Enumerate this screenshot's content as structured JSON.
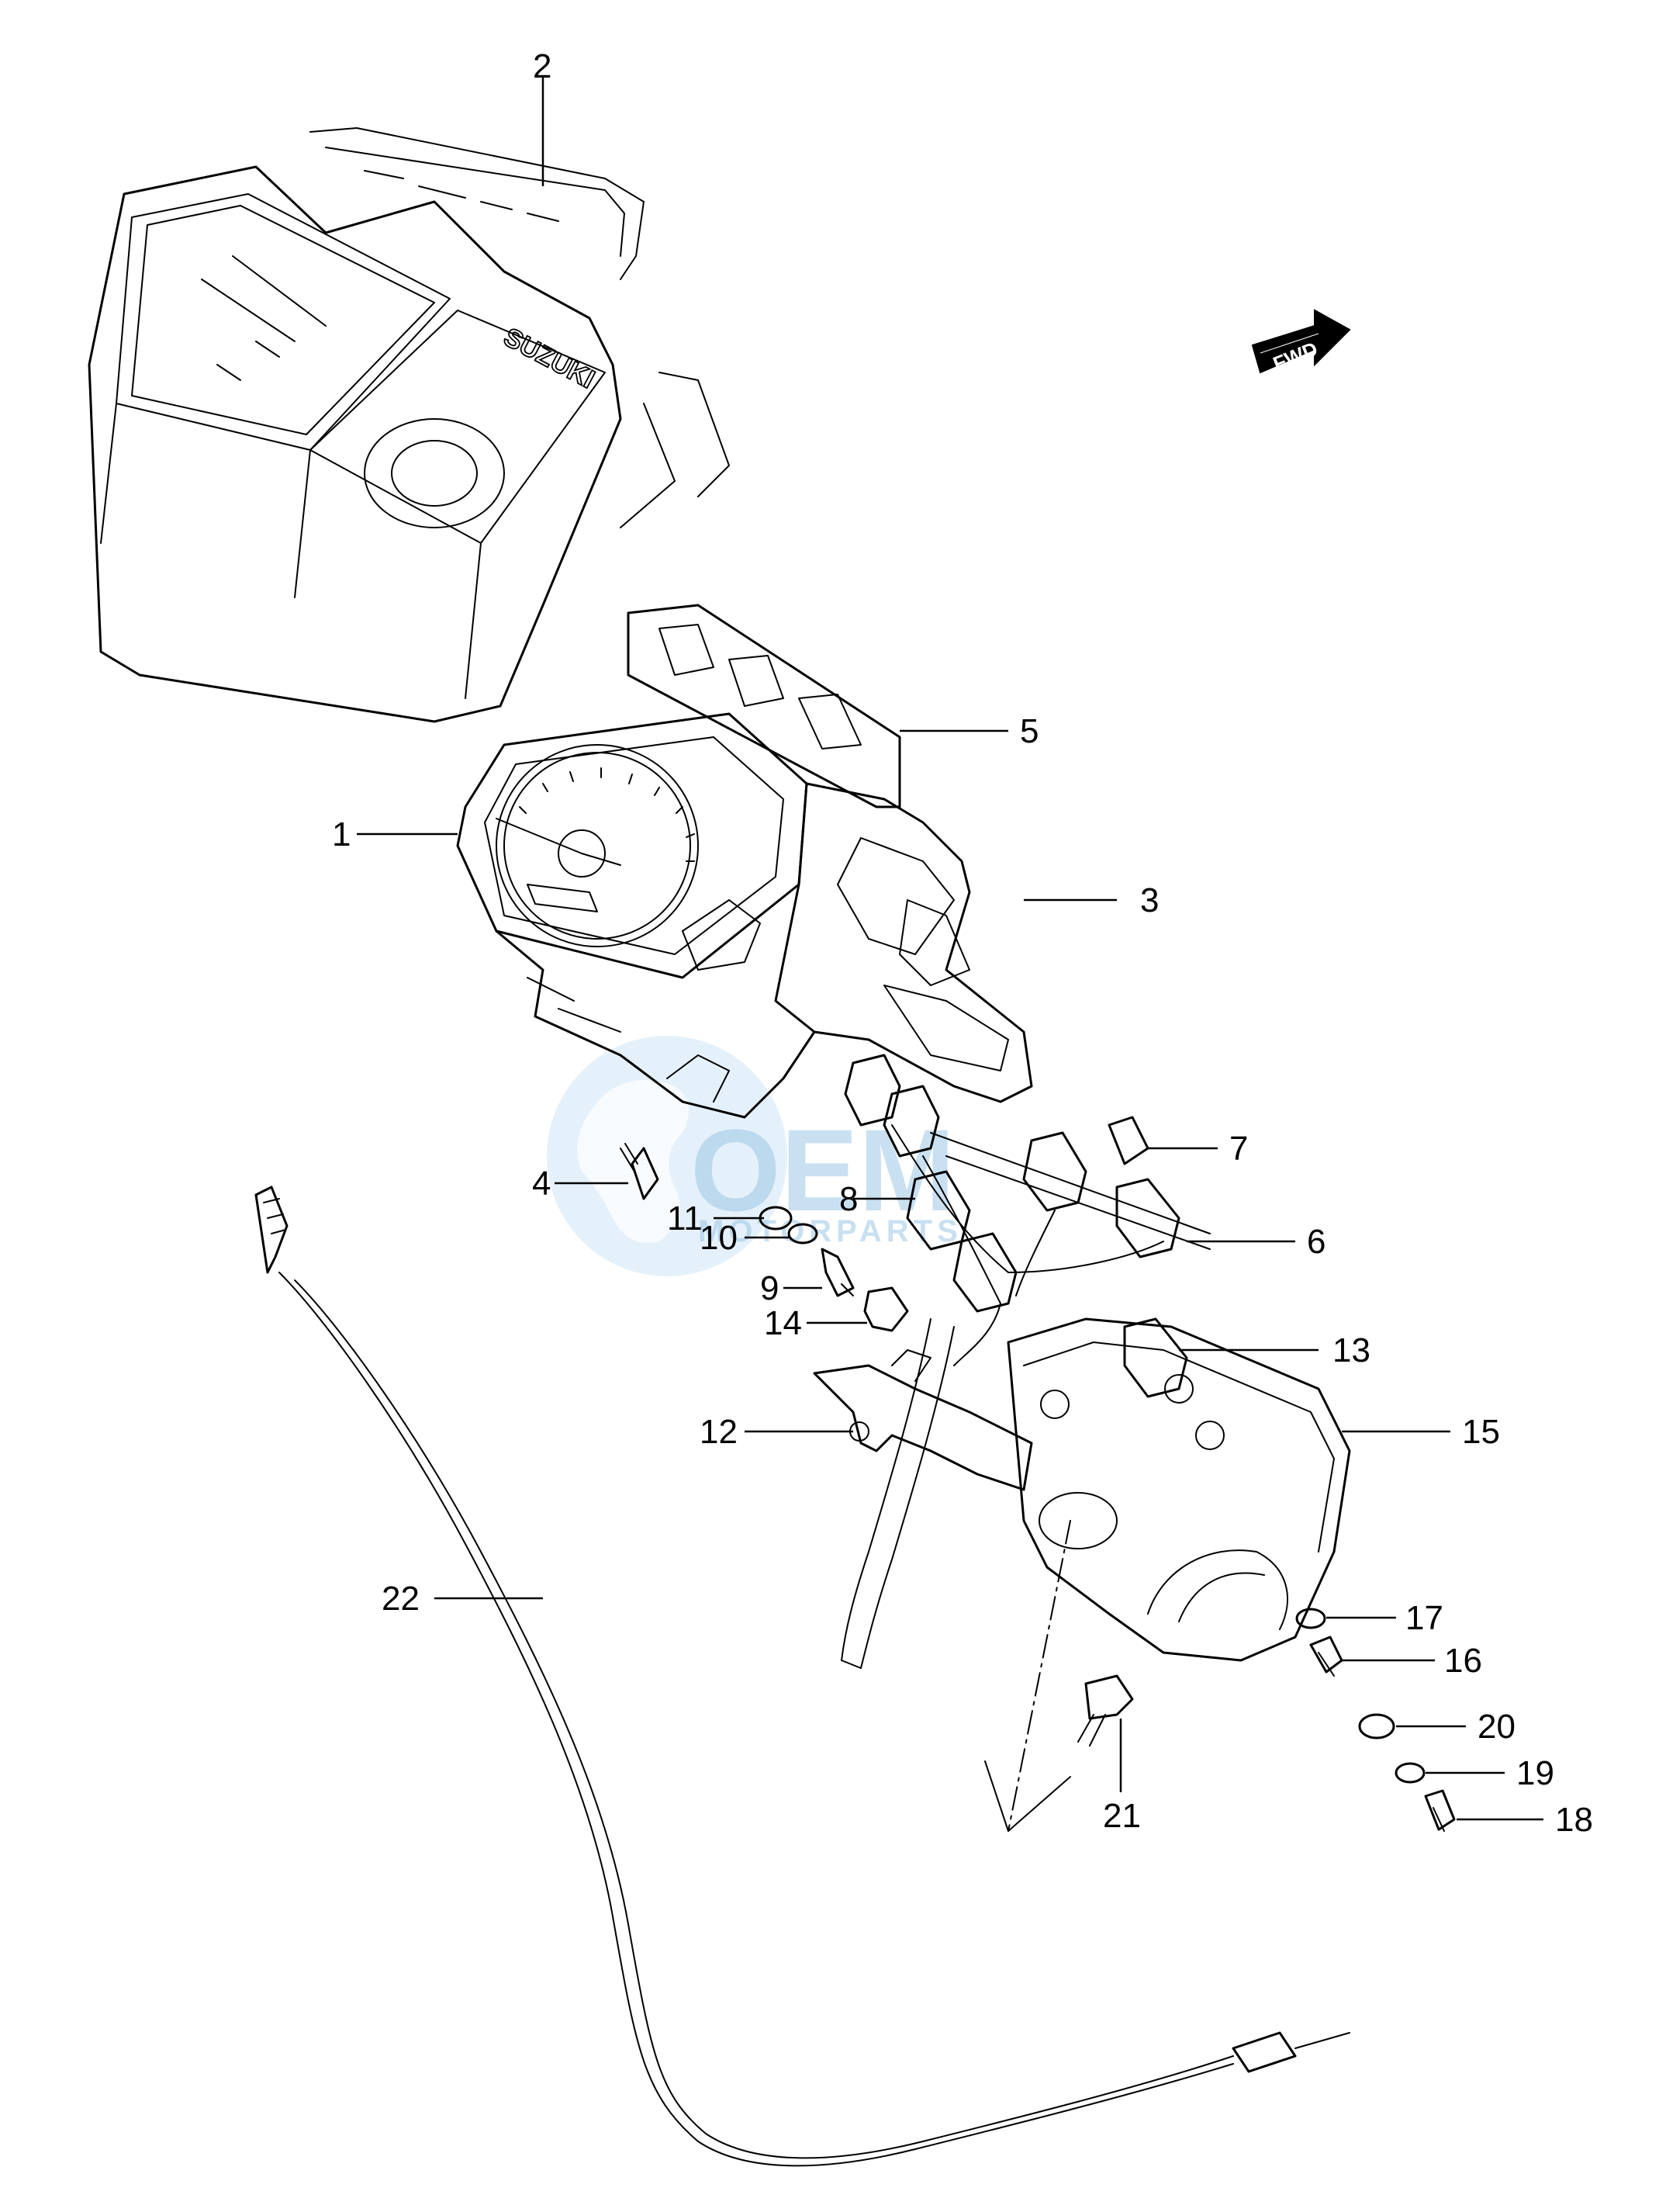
{
  "diagram": {
    "callouts": [
      "1",
      "2",
      "3",
      "4",
      "5",
      "6",
      "7",
      "8",
      "9",
      "10",
      "11",
      "12",
      "13",
      "14",
      "15",
      "16",
      "17",
      "18",
      "19",
      "20",
      "21",
      "22"
    ],
    "fwd_arrow_label": "FWD",
    "brand_logo_text": "SUZUKI",
    "watermark": {
      "main_text": "OEM",
      "sub_text": "MOTORPARTS",
      "color": "#9ec7e6"
    }
  }
}
